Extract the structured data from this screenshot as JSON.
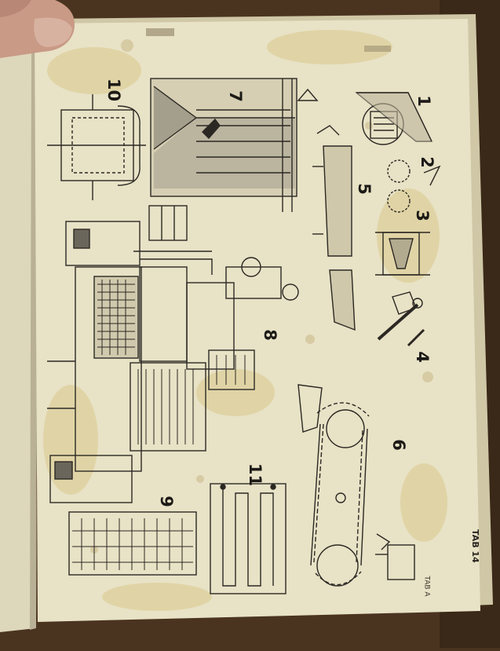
{
  "document": {
    "figure_labels": [
      "1",
      "2",
      "3",
      "4",
      "5",
      "6",
      "7",
      "8",
      "9",
      "10",
      "11"
    ],
    "tab_label": "TAB 14",
    "tab_label_small": "TAB A"
  },
  "colors": {
    "background": "#4a3420",
    "page": "#e8e2c6",
    "ink": "#2b2823",
    "stain": "#d8c98c",
    "hand": "#c99a86"
  },
  "icons": [
    "hand-thumb",
    "page-binding-edge"
  ]
}
